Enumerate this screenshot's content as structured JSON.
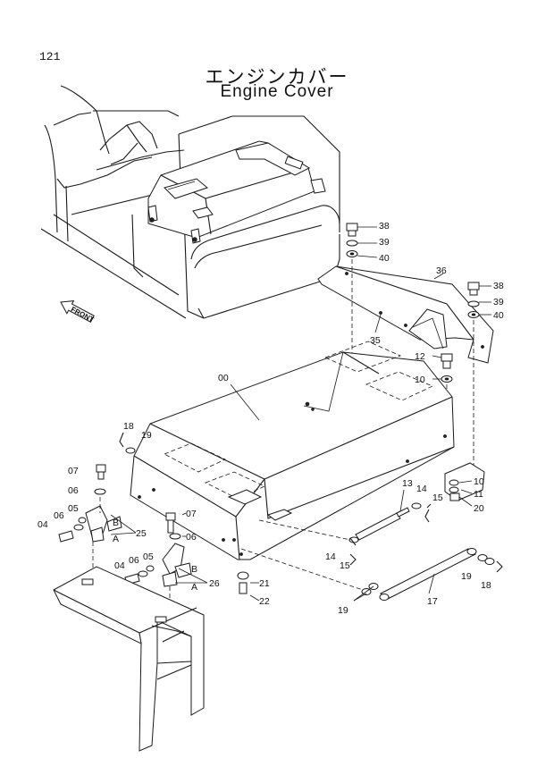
{
  "page_number": "121",
  "title_jp": "エンジンカバー",
  "title_en": "Engine Cover",
  "front_marker": "FRONT",
  "callouts": [
    {
      "id": "c38a",
      "text": "38"
    },
    {
      "id": "c39a",
      "text": "39"
    },
    {
      "id": "c40a",
      "text": "40"
    },
    {
      "id": "c36",
      "text": "36"
    },
    {
      "id": "c38b",
      "text": "38"
    },
    {
      "id": "c39b",
      "text": "39"
    },
    {
      "id": "c40b",
      "text": "40"
    },
    {
      "id": "c35",
      "text": "35"
    },
    {
      "id": "c12",
      "text": "12"
    },
    {
      "id": "c10a",
      "text": "10"
    },
    {
      "id": "c00",
      "text": "00"
    },
    {
      "id": "c18a",
      "text": "18"
    },
    {
      "id": "c19a",
      "text": "19"
    },
    {
      "id": "c07a",
      "text": "07"
    },
    {
      "id": "c06a",
      "text": "06"
    },
    {
      "id": "c05a",
      "text": "05"
    },
    {
      "id": "c06b",
      "text": "06"
    },
    {
      "id": "c04a",
      "text": "04"
    },
    {
      "id": "cBa",
      "text": "B"
    },
    {
      "id": "cAa",
      "text": "A"
    },
    {
      "id": "c25",
      "text": "25"
    },
    {
      "id": "c07b",
      "text": "07"
    },
    {
      "id": "c06c",
      "text": "06"
    },
    {
      "id": "c04b",
      "text": "04"
    },
    {
      "id": "c06d",
      "text": "06"
    },
    {
      "id": "c05b",
      "text": "05"
    },
    {
      "id": "cBb",
      "text": "B"
    },
    {
      "id": "cAb",
      "text": "A"
    },
    {
      "id": "c26",
      "text": "26"
    },
    {
      "id": "c21",
      "text": "21"
    },
    {
      "id": "c22",
      "text": "22"
    },
    {
      "id": "c13",
      "text": "13"
    },
    {
      "id": "c14a",
      "text": "14"
    },
    {
      "id": "c15a",
      "text": "15"
    },
    {
      "id": "c10b",
      "text": "10"
    },
    {
      "id": "c11",
      "text": "11"
    },
    {
      "id": "c20",
      "text": "20"
    },
    {
      "id": "c14b",
      "text": "14"
    },
    {
      "id": "c15b",
      "text": "15"
    },
    {
      "id": "c17",
      "text": "17"
    },
    {
      "id": "c19b",
      "text": "19"
    },
    {
      "id": "c18b",
      "text": "18"
    },
    {
      "id": "c19c",
      "text": "19"
    }
  ]
}
